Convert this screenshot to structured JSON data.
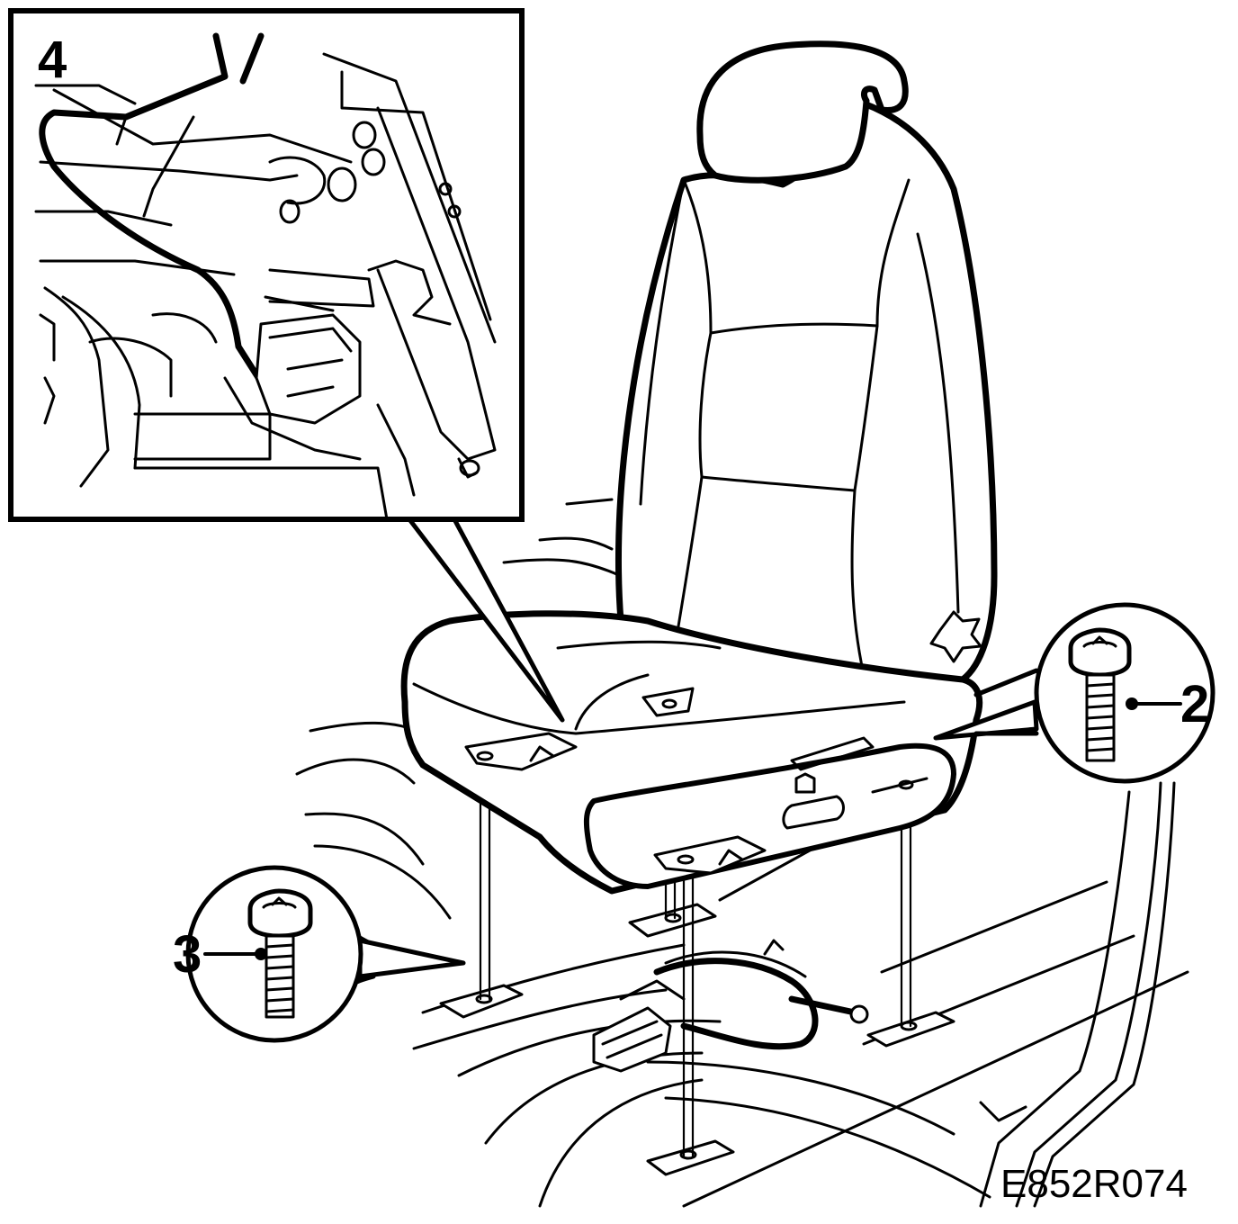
{
  "labels": {
    "callout_inset": "4",
    "callout_screw_right": "2",
    "callout_screw_left": "3"
  },
  "figure_code": "E852R074"
}
